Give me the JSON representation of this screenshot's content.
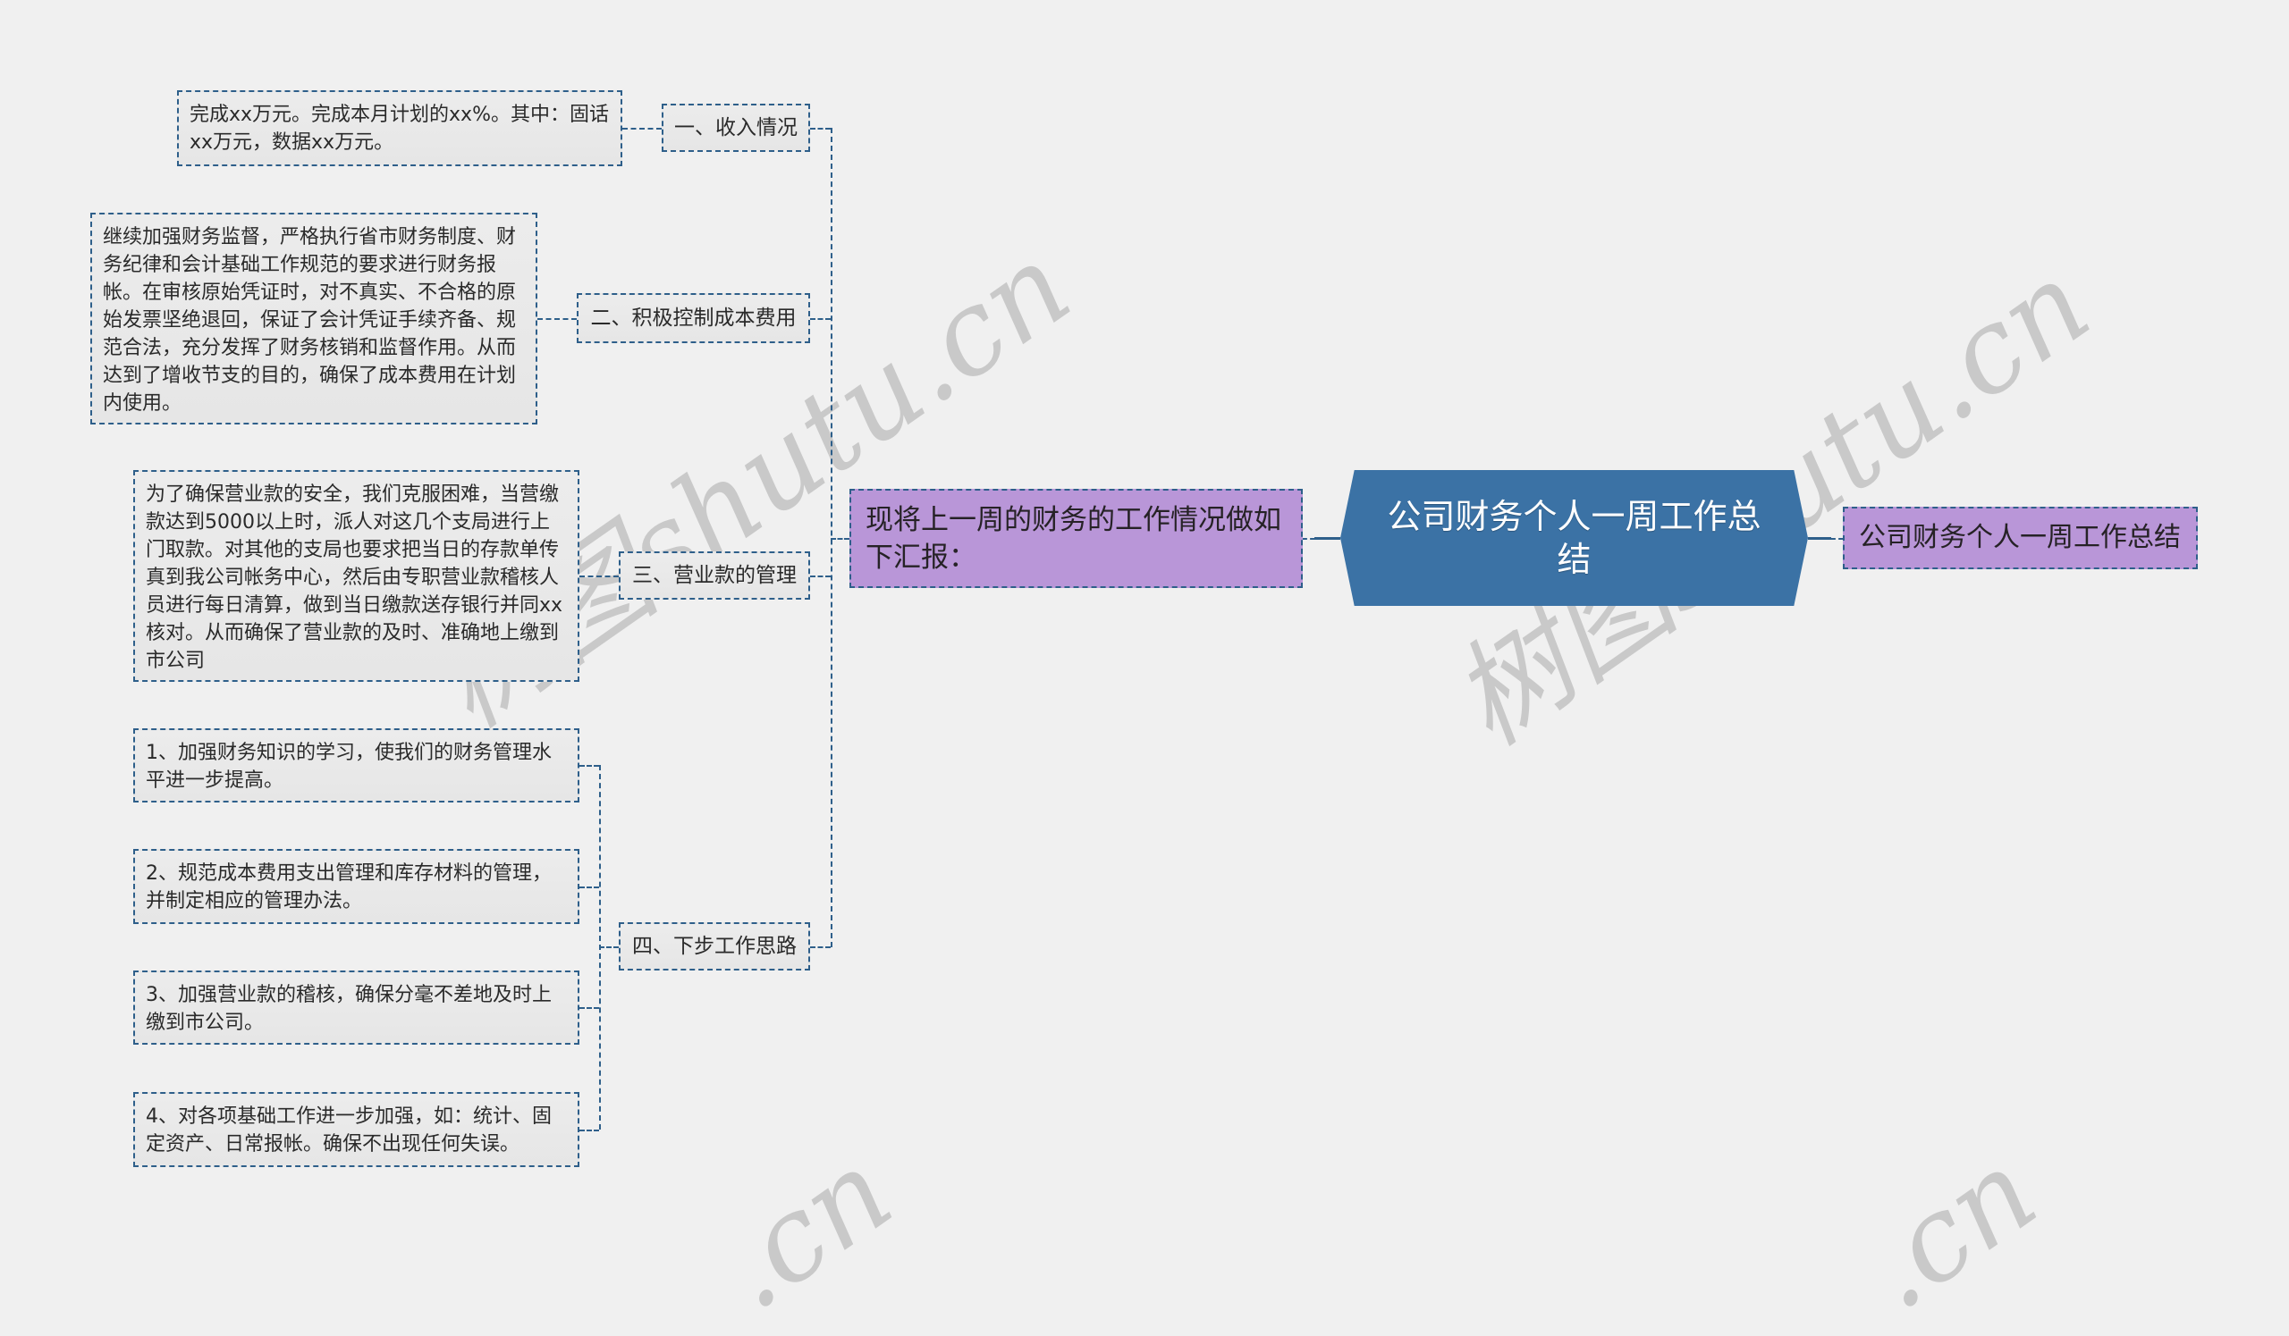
{
  "root": {
    "title": "公司财务个人一周工作总结",
    "color": "#3b72a5"
  },
  "right_node": {
    "label": "公司财务个人一周工作总结",
    "color": "#b996d8"
  },
  "main_branch": {
    "label": "现将上一周的财务的工作情况做如下汇报：",
    "color": "#b996d8"
  },
  "sections": [
    {
      "label": "一、收入情况",
      "details": [
        "完成xx万元。完成本月计划的xx%。其中：固话xx万元，数据xx万元。"
      ]
    },
    {
      "label": "二、积极控制成本费用",
      "details": [
        "继续加强财务监督，严格执行省市财务制度、财务纪律和会计基础工作规范的要求进行财务报帐。在审核原始凭证时，对不真实、不合格的原始发票坚绝退回，保证了会计凭证手续齐备、规范合法，充分发挥了财务核销和监督作用。从而达到了增收节支的目的，确保了成本费用在计划内使用。"
      ]
    },
    {
      "label": "三、营业款的管理",
      "details": [
        "为了确保营业款的安全，我们克服困难，当营缴款达到5000以上时，派人对这几个支局进行上门取款。对其他的支局也要求把当日的存款单传真到我公司帐务中心，然后由专职营业款稽核人员进行每日清算，做到当日缴款送存银行并同xx核对。从而确保了营业款的及时、准确地上缴到市公司"
      ]
    },
    {
      "label": "四、下步工作思路",
      "details": [
        "1、加强财务知识的学习，使我们的财务管理水平进一步提高。",
        "2、规范成本费用支出管理和库存材料的管理，并制定相应的管理办法。",
        "3、加强营业款的稽核，确保分毫不差地及时上缴到市公司。",
        "4、对各项基础工作进一步加强，如：统计、固定资产、日常报帐。确保不出现任何失误。"
      ]
    }
  ],
  "watermark": {
    "text": "树图shutu.cn",
    "short": "shutu.cn",
    "tail": ".cn"
  },
  "colors": {
    "background": "#f0f0f0",
    "connector": "#2e5f8a",
    "node_fill": "#e8e8e8"
  }
}
